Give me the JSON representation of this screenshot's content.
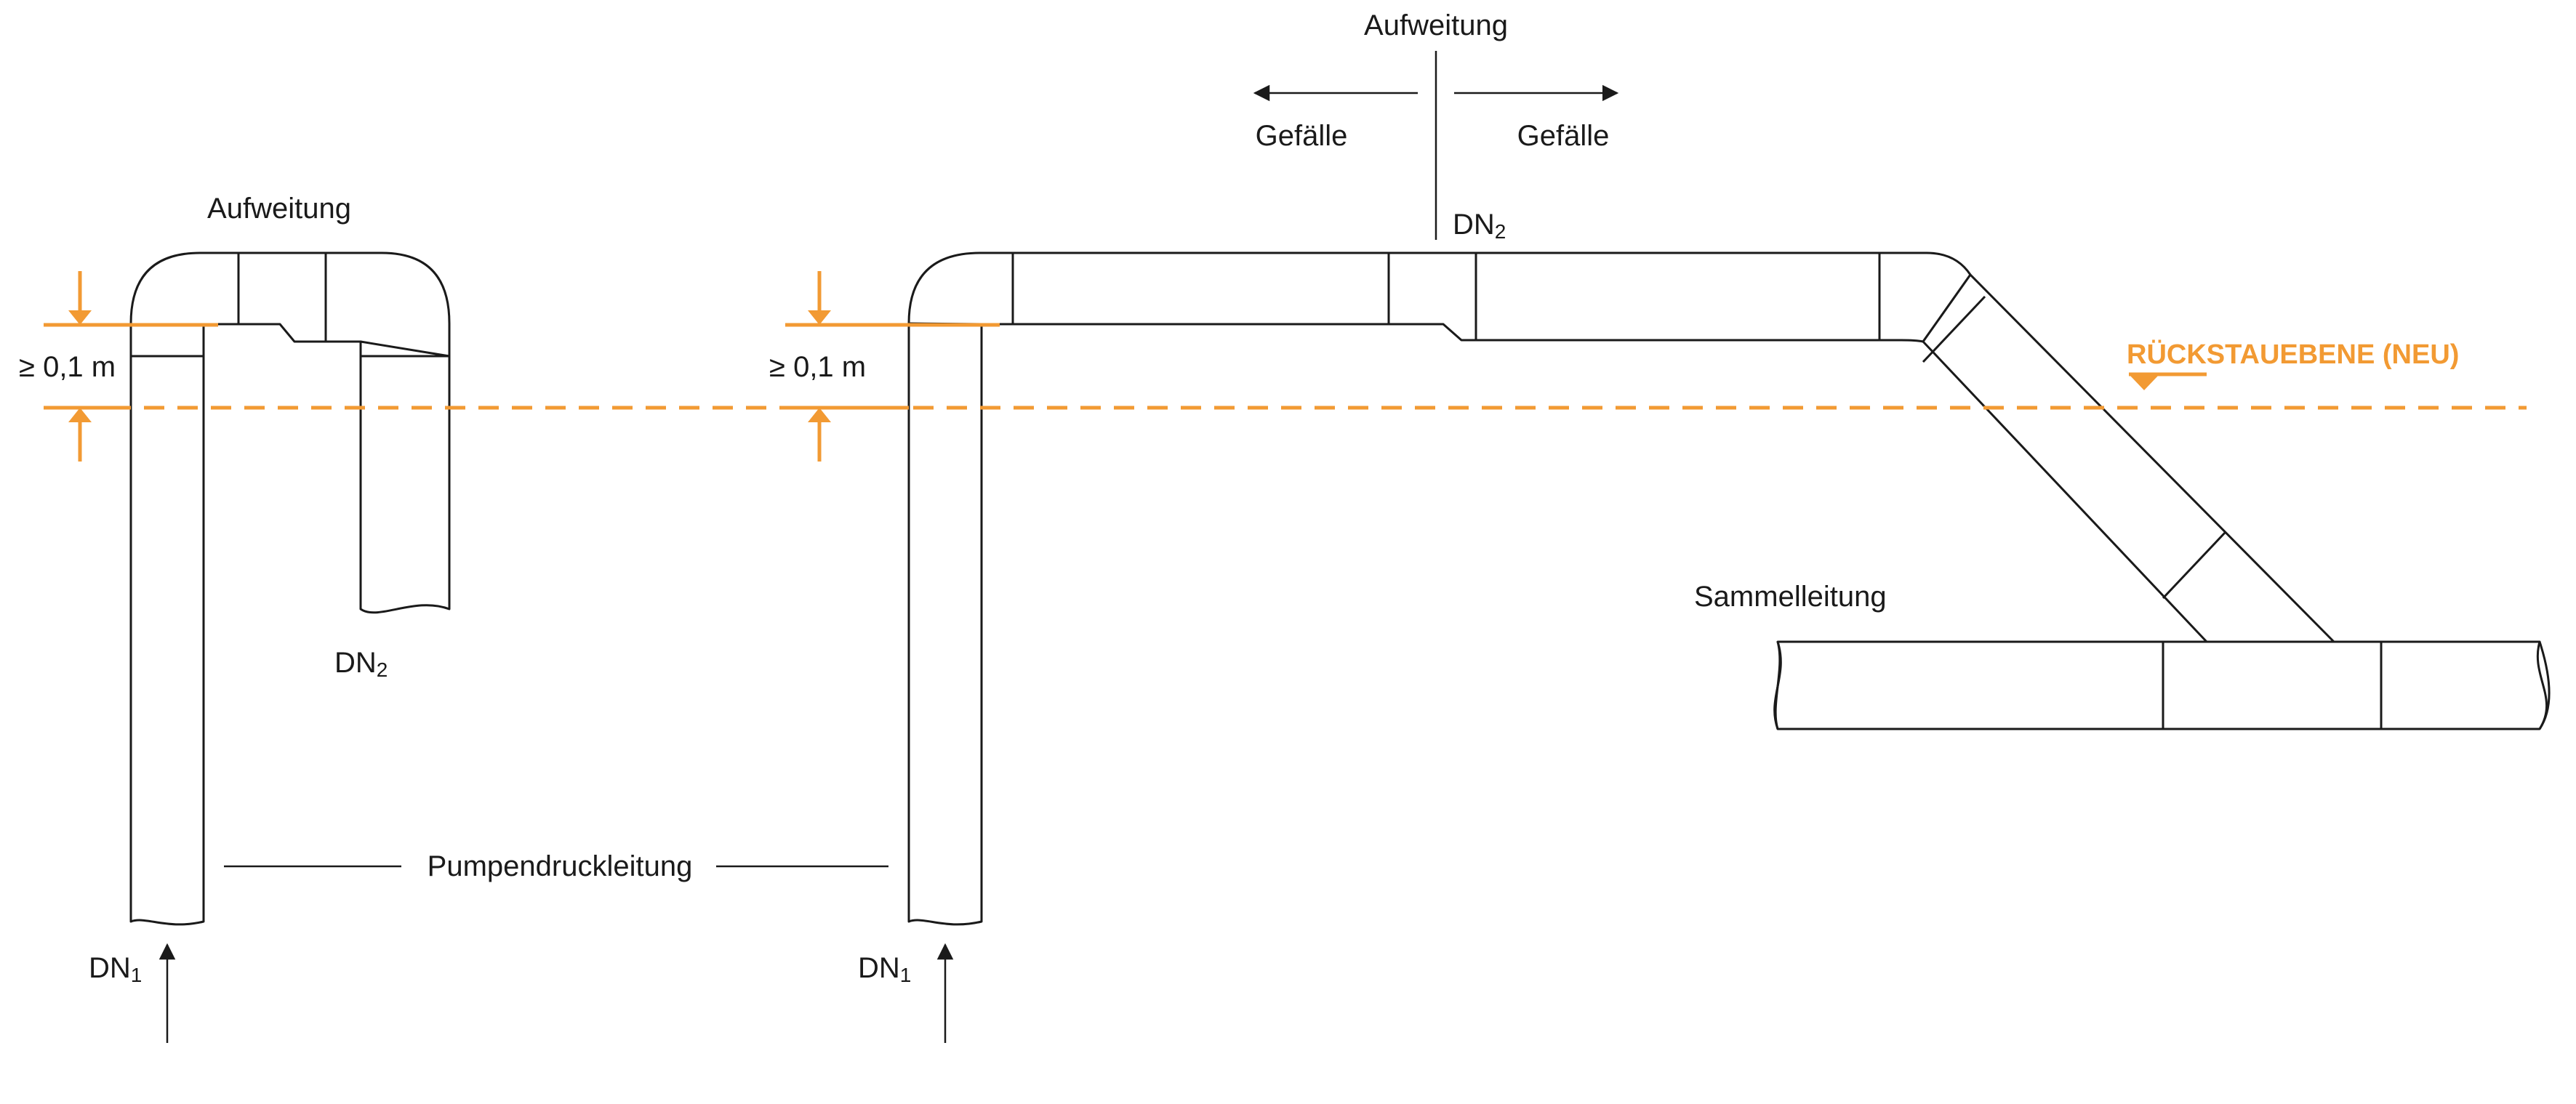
{
  "colors": {
    "accent": "#f29a33",
    "ink": "#1a1a1a"
  },
  "labels": {
    "aufweitung": "Aufweitung",
    "gefaelle": "Gefälle",
    "dn": "DN",
    "dn1_sub": "1",
    "dn2_sub": "2",
    "min_height": "≥ 0,1 m",
    "pumpendruckleitung": "Pumpendruckleitung",
    "sammelleitung": "Sammelleitung",
    "rueckstauebene": "RÜCKSTAUEBENE (NEU)"
  }
}
